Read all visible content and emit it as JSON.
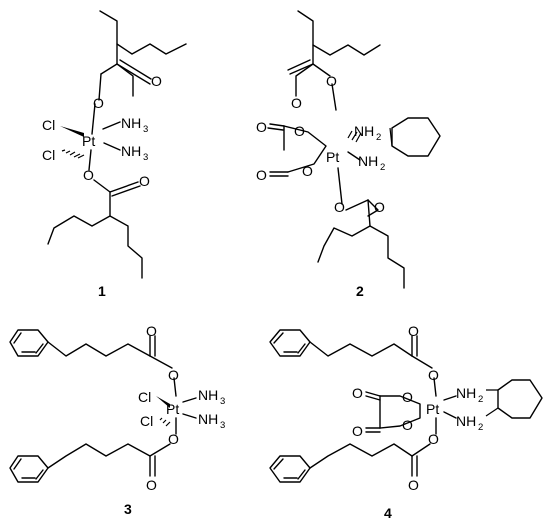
{
  "compounds": [
    {
      "number": "1"
    },
    {
      "number": "2"
    },
    {
      "number": "3"
    },
    {
      "number": "4"
    }
  ],
  "atoms": {
    "pt": "Pt",
    "cl": "Cl",
    "o": "O",
    "n": "N",
    "h": "H",
    "sub2": "2",
    "sub3": "3"
  }
}
